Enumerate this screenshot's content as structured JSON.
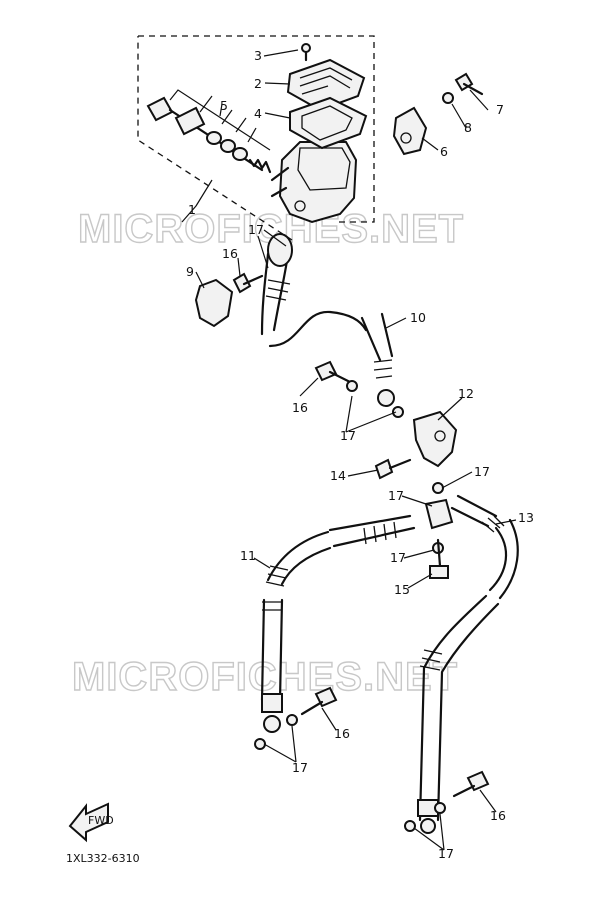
{
  "watermark_text": "MICROFICHES.NET",
  "diagram_code": "1XL332-6310",
  "fwd_label": "FWD",
  "callouts": {
    "c1": "1",
    "c2": "2",
    "c3": "3",
    "c4": "4",
    "c5": "5",
    "c6": "6",
    "c7": "7",
    "c8": "8",
    "c9": "9",
    "c10": "10",
    "c11": "11",
    "c12": "12",
    "c13": "13",
    "c14": "14",
    "c15": "15",
    "c16a": "16",
    "c16b": "16",
    "c16c": "16",
    "c16d": "16",
    "c17a": "17",
    "c17b": "17",
    "c17c": "17",
    "c17d": "17",
    "c17e": "17",
    "c17f": "17",
    "c17g": "17"
  }
}
